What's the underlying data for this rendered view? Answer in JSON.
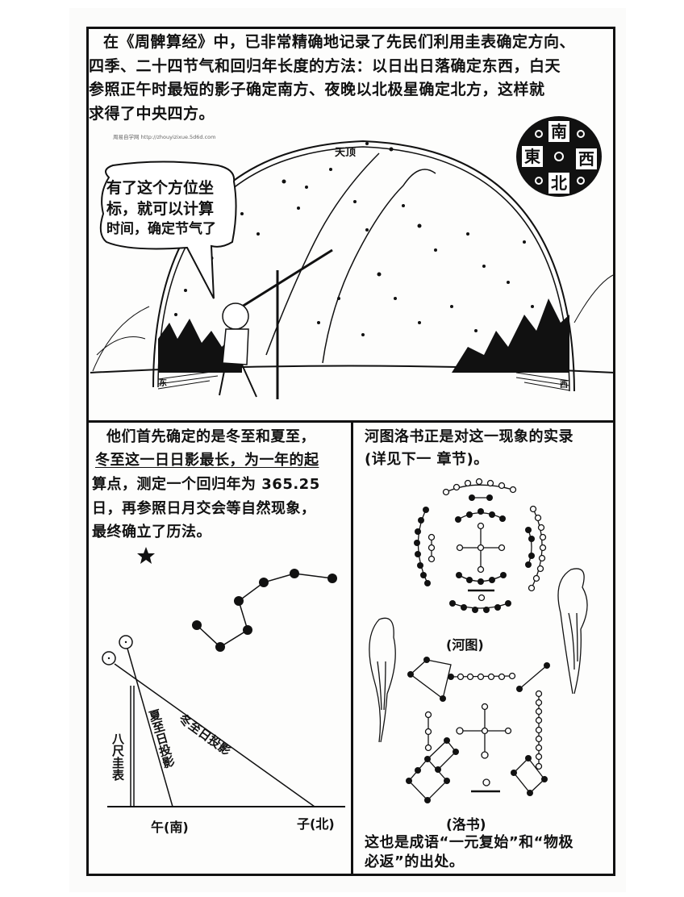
{
  "top_panel": {
    "intro_lines": [
      "在《周髀算经》中，已非常精确地记录了先民们利用圭表确定方向、",
      "四季、二十四节气和回归年长度的方法：以日出日落确定东西，白天",
      "参照正午时最短的影子确定南方、夜晚以北极星确定北方，这样就",
      "求得了中央四方。"
    ],
    "watermark": "周易自学网 http://zhouyizixue.5d6d.com",
    "speech_bubble_lines": [
      "有了这个方位坐",
      "标，就可以计算",
      "时间，确定节气了"
    ],
    "zenith_label": "天顶",
    "east_label": "东",
    "west_label": "西",
    "compass": {
      "south": "南",
      "east": "東",
      "west": "西",
      "north": "北"
    }
  },
  "bottom_left_panel": {
    "text_lines": [
      "他们首先确定的是冬至和夏至，",
      "冬至这一日日影最长，为一年的起",
      "算点，测定一个回归年为 365.25",
      "日，再参照日月交会等自然现象，",
      "最终确立了历法。"
    ],
    "diagram": {
      "gnomon_label": "八尺圭表",
      "summer_shadow_label": "夏至日投影",
      "winter_shadow_label": "冬至日投影",
      "south_label": "午(南)",
      "north_label": "子(北)"
    }
  },
  "bottom_right_panel": {
    "text_lines": [
      "河图洛书正是对这一现象的实录",
      "(详见下一 章节)。"
    ],
    "hetu_caption": "(河图)",
    "luoshu_caption": "(洛书)",
    "footer_lines": [
      "这也是成语“一元复始”和“物极",
      "必返”的出处。"
    ]
  }
}
